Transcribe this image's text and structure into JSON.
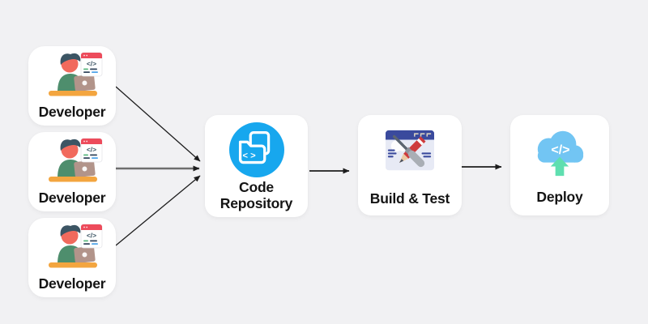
{
  "colors": {
    "bg": "#f1f1f3",
    "card": "#ffffff",
    "text": "#141414",
    "arrow": "#1d1d1d",
    "arrow-mid": "#6e6e6e",
    "repo-blue": "#17a7ee",
    "cloud-blue": "#72c5f3",
    "mint": "#5fdfb0",
    "win-indigo": "#3a4a9d",
    "win-body": "#e7eaf5",
    "pencil-red": "#ce3a3c",
    "tool-gray": "#a9aeb5",
    "tool-dark": "#5c6671",
    "browser-red": "#ed4b5b",
    "skin": "#f16a5d",
    "hair": "#3c5564",
    "sweater": "#4e8e6d",
    "laptop": "#b2948a",
    "desk": "#f3a53f"
  },
  "icons": {
    "developer": "developer-at-laptop-icon",
    "repository": "folder-with-code-icon",
    "build": "window-with-crossed-tools-icon",
    "deploy": "cloud-upload-code-icon"
  },
  "glyphs": {
    "code_tag": "</>",
    "angle_brackets": "< >"
  },
  "nodes": {
    "developers": [
      {
        "label": "Developer"
      },
      {
        "label": "Developer"
      },
      {
        "label": "Developer"
      }
    ],
    "repository": {
      "label": "Code Repository"
    },
    "build": {
      "label": "Build & Test"
    },
    "deploy": {
      "label": "Deploy"
    }
  }
}
